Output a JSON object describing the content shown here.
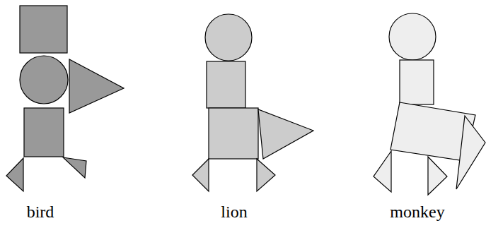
{
  "diagram": {
    "labels": [
      "bird",
      "lion",
      "monkey"
    ]
  }
}
